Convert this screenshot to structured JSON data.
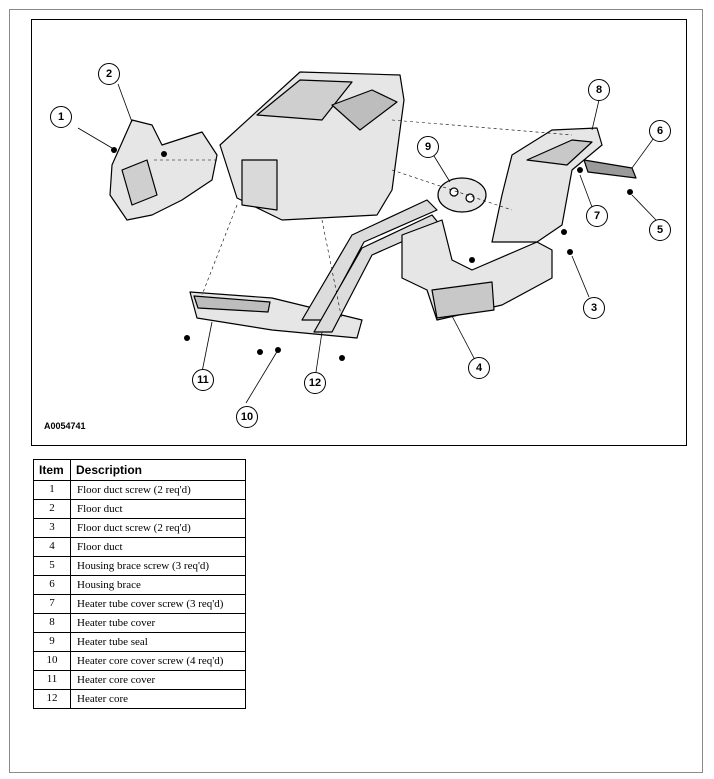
{
  "figure": {
    "id": "A0054741",
    "callouts": [
      "1",
      "2",
      "3",
      "4",
      "5",
      "6",
      "7",
      "8",
      "9",
      "10",
      "11",
      "12"
    ]
  },
  "table": {
    "headers": {
      "item": "Item",
      "description": "Description"
    },
    "rows": [
      {
        "item": "1",
        "description": "Floor duct screw (2 req'd)"
      },
      {
        "item": "2",
        "description": "Floor duct"
      },
      {
        "item": "3",
        "description": "Floor duct screw (2 req'd)"
      },
      {
        "item": "4",
        "description": "Floor duct"
      },
      {
        "item": "5",
        "description": "Housing brace screw (3 req'd)"
      },
      {
        "item": "6",
        "description": "Housing brace"
      },
      {
        "item": "7",
        "description": "Heater tube cover screw (3 req'd)"
      },
      {
        "item": "8",
        "description": "Heater tube cover"
      },
      {
        "item": "9",
        "description": "Heater tube seal"
      },
      {
        "item": "10",
        "description": "Heater core cover screw (4 req'd)"
      },
      {
        "item": "11",
        "description": "Heater core cover"
      },
      {
        "item": "12",
        "description": "Heater core"
      }
    ]
  }
}
